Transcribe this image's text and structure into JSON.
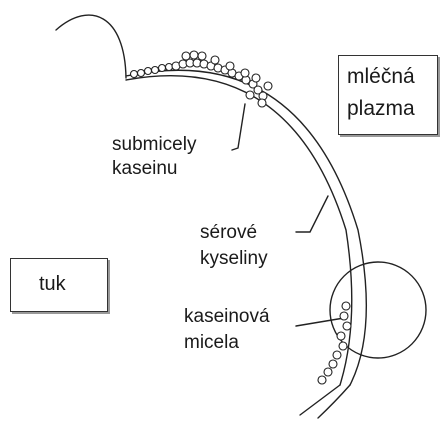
{
  "labels": {
    "milk_plasma_line1": "mléčná",
    "milk_plasma_line2": "plazma",
    "casein_submicelles_line1": "submicely",
    "casein_submicelles_line2": "kaseinu",
    "whey_acids_line1": "sérové",
    "whey_acids_line2": "kyseliny",
    "fat": "tuk",
    "casein_micelle_line1": "kaseinová",
    "casein_micelle_line2": "micela"
  },
  "colors": {
    "ink": "#1a1a1a",
    "background": "#ffffff"
  }
}
